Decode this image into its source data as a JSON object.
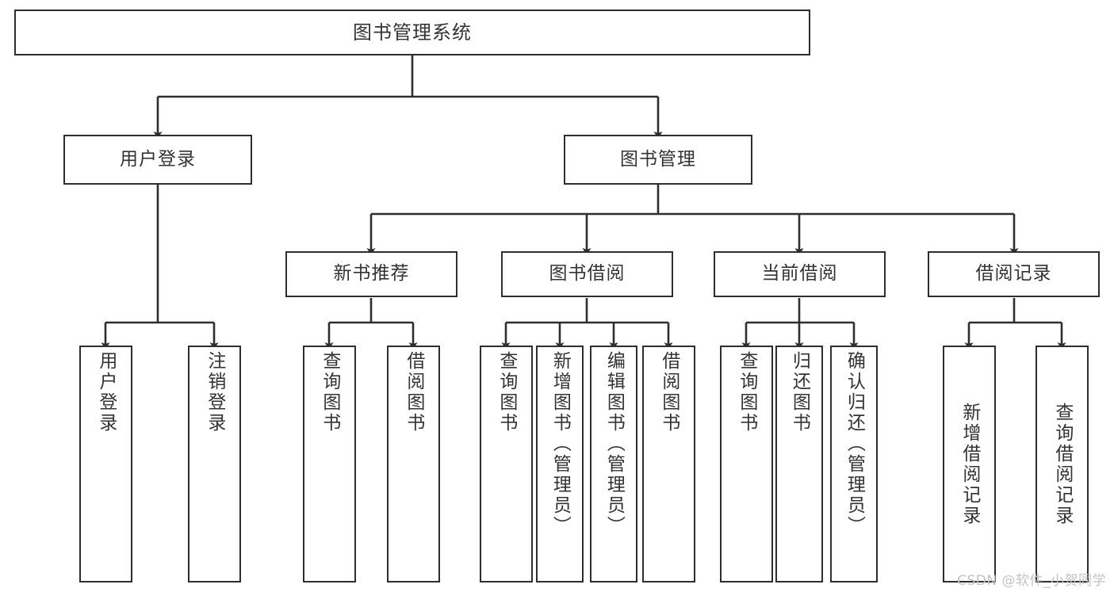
{
  "diagram": {
    "title": "图书管理系统",
    "type": "tree-hierarchy",
    "watermark": "CSDN @软件_小贺同学"
  },
  "nodes": {
    "root": {
      "label": "图书管理系统"
    },
    "level1": [
      {
        "label": "用户登录"
      },
      {
        "label": "图书管理"
      }
    ],
    "level2": [
      {
        "label": "新书推荐"
      },
      {
        "label": "图书借阅"
      },
      {
        "label": "当前借阅"
      },
      {
        "label": "借阅记录"
      }
    ],
    "leaves": {
      "user_login": [
        {
          "label": "用户登录"
        },
        {
          "label": "注销登录"
        }
      ],
      "new_book_recommend": [
        {
          "label": "查询图书"
        },
        {
          "label": "借阅图书"
        }
      ],
      "book_borrow": [
        {
          "label": "查询图书"
        },
        {
          "label": "新增图书（管理员）"
        },
        {
          "label": "编辑图书（管理员）"
        },
        {
          "label": "借阅图书"
        }
      ],
      "current_borrow": [
        {
          "label": "查询图书"
        },
        {
          "label": "归还图书"
        },
        {
          "label": "确认归还（管理员）"
        }
      ],
      "borrow_record": [
        {
          "label": "新增借阅记录"
        },
        {
          "label": "查询借阅记录"
        }
      ]
    }
  },
  "colors": {
    "stroke": "#2e2e2e",
    "text": "#333333",
    "background": "#ffffff",
    "watermark": "#c3c3c3"
  }
}
